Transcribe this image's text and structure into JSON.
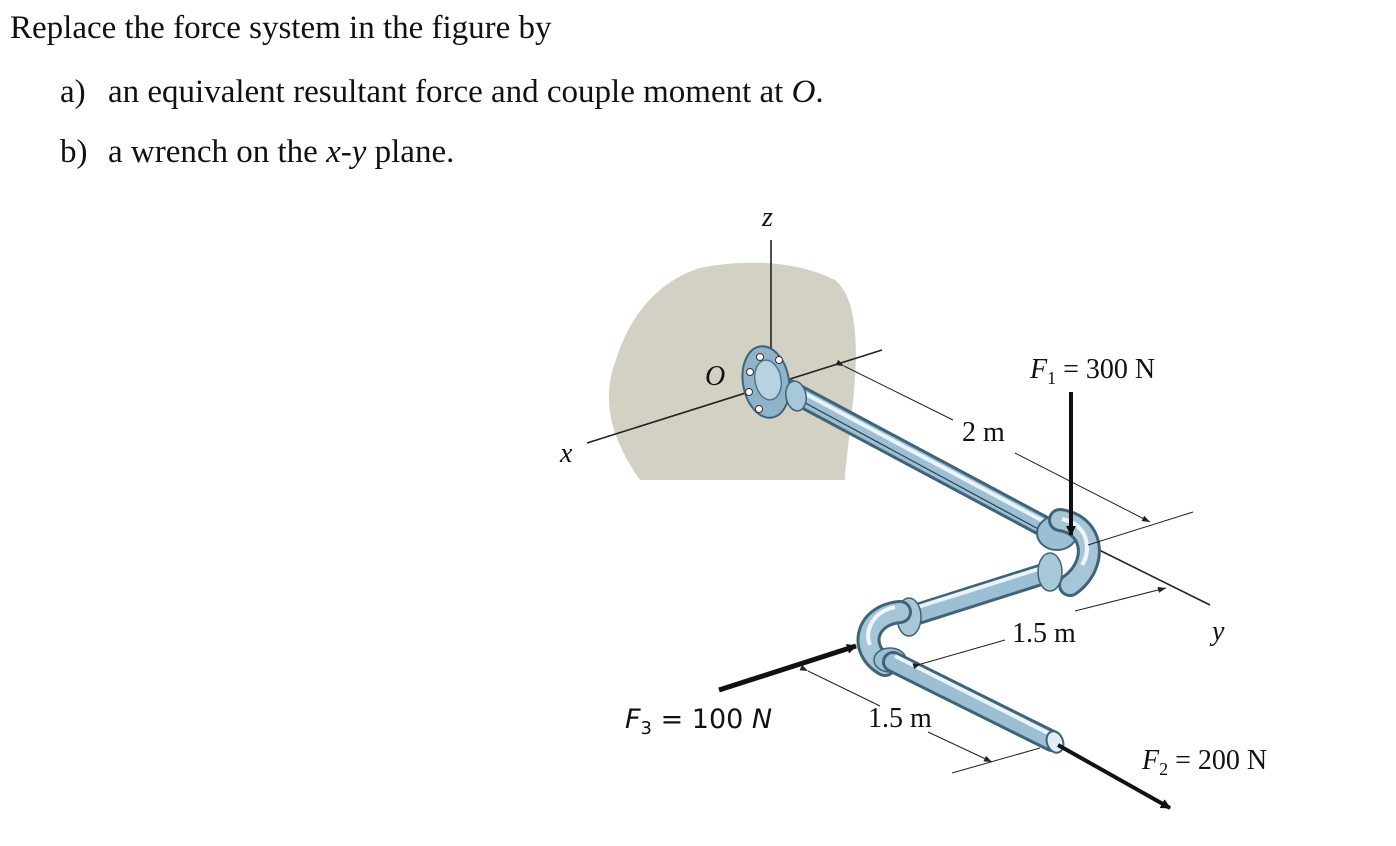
{
  "problem": {
    "line1": "Replace the force system in the figure by",
    "item_a": {
      "letter": "a)",
      "text_pre": "an equivalent resultant force and couple moment at ",
      "text_var": "O",
      "text_post": "."
    },
    "item_b": {
      "letter": "b)",
      "text_pre": "a wrench on the ",
      "text_var": "x-y",
      "text_post": " plane."
    }
  },
  "diagram": {
    "axes": {
      "x": "x",
      "y": "y",
      "z": "z",
      "origin": "O"
    },
    "dimensions": {
      "d1": "2 m",
      "d2": "1.5 m",
      "d3": "1.5 m"
    },
    "forces": {
      "F1": {
        "sym": "F",
        "sub": "1",
        "value": " = 300 N"
      },
      "F2": {
        "sym": "F",
        "sub": "2",
        "value": " = 200 N"
      },
      "F3": {
        "sym": "F",
        "sub": "3",
        "value": " = 100 ",
        "unit": "N"
      }
    },
    "colors": {
      "pipe": "#8fb3c9",
      "pipe_dark": "#4f7890",
      "wall": "#d3d1c4",
      "arrow": "#111111"
    }
  }
}
